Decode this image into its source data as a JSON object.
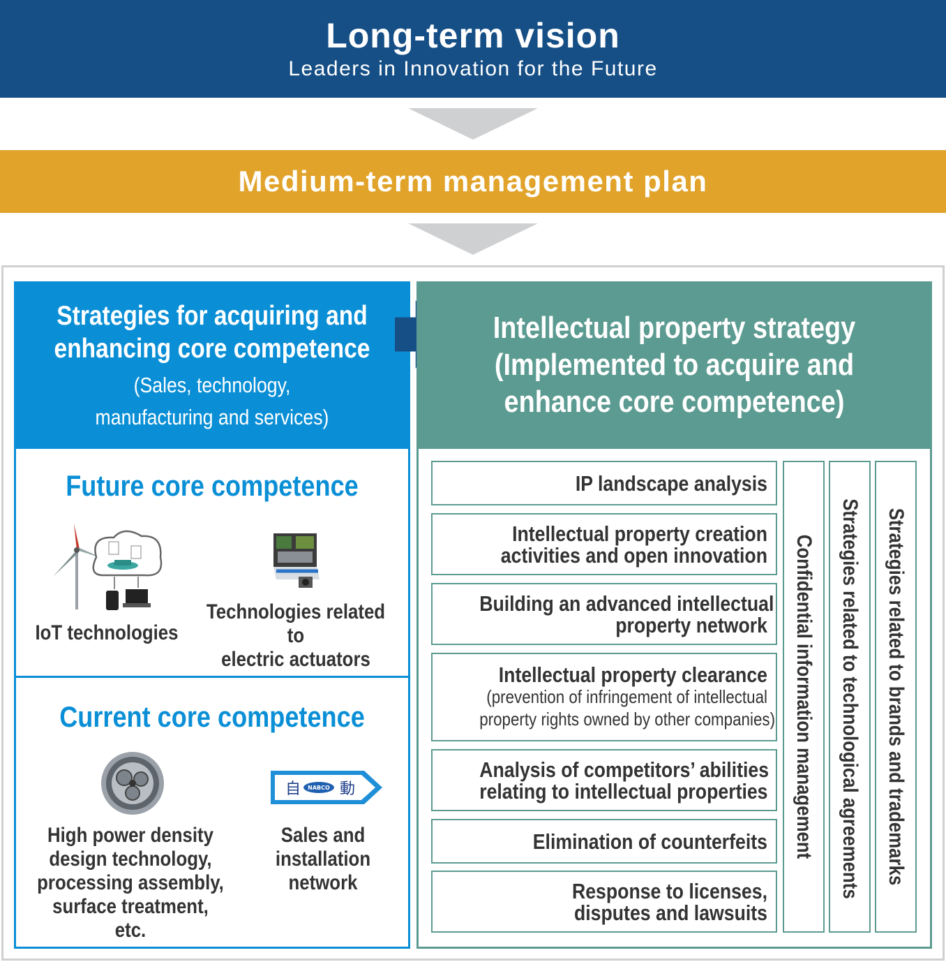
{
  "vision": {
    "title": "Long-term vision",
    "subtitle": "Leaders in Innovation for the Future"
  },
  "plan": {
    "title": "Medium-term management plan"
  },
  "left": {
    "heading_line1": "Strategies for acquiring and",
    "heading_line2": "enhancing core competence",
    "sub_line1": "(Sales, technology,",
    "sub_line2": "manufacturing and services)",
    "future": {
      "title": "Future core competence",
      "item1": "IoT technologies",
      "item2_line1": "Technologies related to",
      "item2_line2": "electric actuators"
    },
    "current": {
      "title": "Current core competence",
      "item1_line1": "High power density",
      "item1_line2": "design technology,",
      "item1_line3": "processing assembly,",
      "item1_line4": "surface treatment, etc.",
      "item2_line1": "Sales and",
      "item2_line2": "installation",
      "item2_line3": "network",
      "logo_left": "自",
      "logo_mid": "NABCO",
      "logo_right": "動"
    }
  },
  "right": {
    "heading_line1": "Intellectual property strategy",
    "heading_line2": "(Implemented to acquire and",
    "heading_line3": "enhance core competence)",
    "items": [
      {
        "line1": "IP landscape analysis"
      },
      {
        "line1": "Intellectual property creation",
        "line2": "activities and open innovation"
      },
      {
        "line1": "Building an advanced intellectual",
        "line2": "property network"
      },
      {
        "line1": "Intellectual property clearance",
        "line2": "(prevention of infringement of intellectual",
        "line3": "property rights owned by other companies)"
      },
      {
        "line1": "Analysis of competitors’ abilities",
        "line2": "relating to intellectual properties"
      },
      {
        "line1": "Elimination of counterfeits"
      },
      {
        "line1": "Response to licenses,",
        "line2": "disputes and lawsuits"
      }
    ],
    "vertical": [
      "Confidential information management",
      "Strategies related to technological agreements",
      "Strategies related to brands and trademarks"
    ]
  },
  "colors": {
    "vision_bg": "#164f86",
    "plan_bg": "#e1a32a",
    "left_accent": "#0a8fd6",
    "right_accent": "#5c9b91",
    "arrow_gray": "#cfd0d1"
  }
}
